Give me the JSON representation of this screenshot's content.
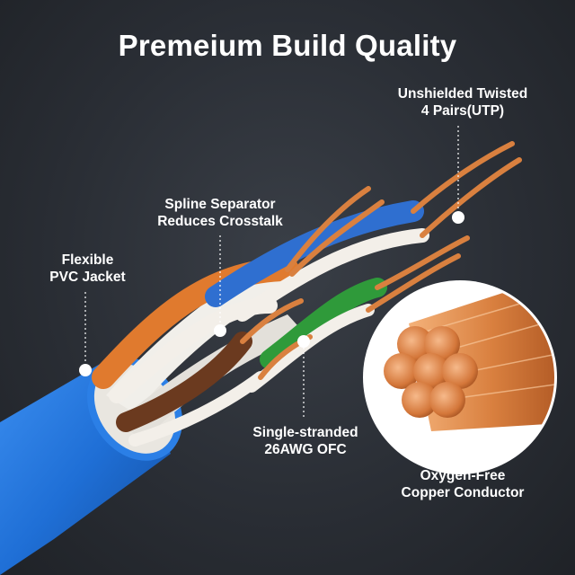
{
  "title": "Premeium Build Quality",
  "callouts": {
    "utp": {
      "line1": "Unshielded Twisted",
      "line2": "4 Pairs(UTP)"
    },
    "spline": {
      "line1": "Spline Separator",
      "line2": "Reduces Crosstalk"
    },
    "jacket": {
      "line1": "Flexible",
      "line2": "PVC Jacket"
    },
    "conductor": {
      "line1": "Single-stranded",
      "line2": "26AWG OFC"
    },
    "copper": {
      "line1": "Oxygen-Free",
      "line2": "Copper Conductor"
    }
  },
  "colors": {
    "background": "#2a2e35",
    "jacket": "#1f6fd6",
    "copper": "#d9803f",
    "pair_orange": "#e07a2e",
    "pair_blue": "#2f6fd0",
    "pair_green": "#2f9a3a",
    "pair_brown": "#6b3a1f"
  }
}
